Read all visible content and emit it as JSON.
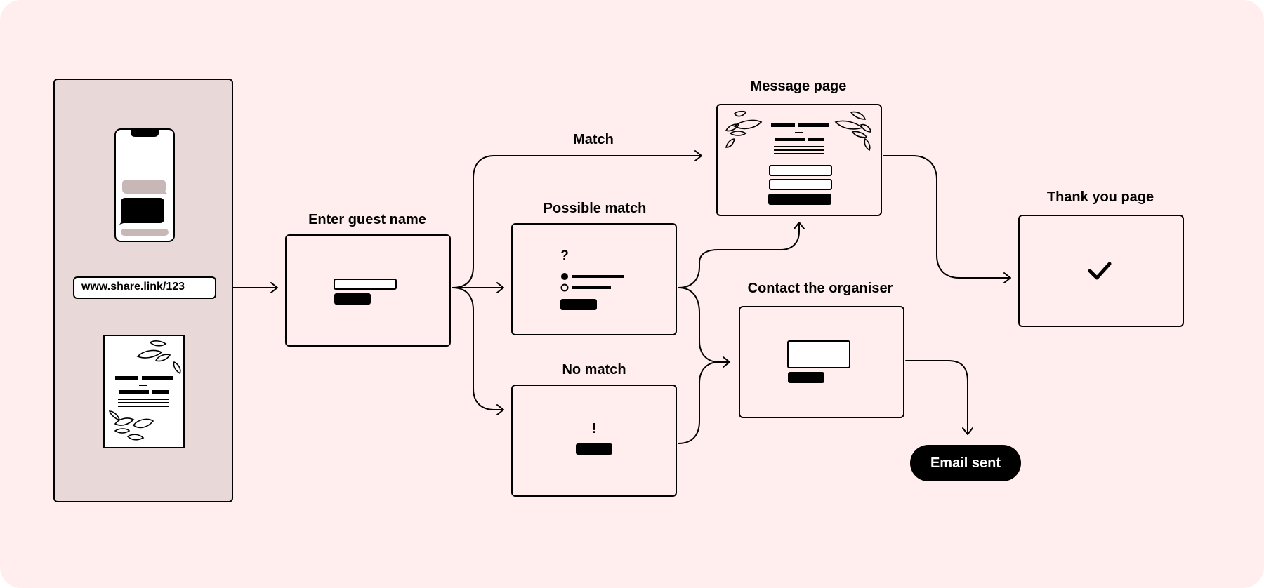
{
  "source": {
    "url": "www.share.link/123"
  },
  "steps": {
    "enter_guest_name": "Enter guest name",
    "possible_match": "Possible match",
    "no_match": "No match",
    "message_page": "Message page",
    "contact_organiser": "Contact the organiser",
    "thank_you_page": "Thank you page",
    "email_sent": "Email sent"
  },
  "edges": {
    "match": "Match"
  },
  "glyphs": {
    "question": "?",
    "exclamation": "!"
  },
  "colors": {
    "background": "#ffeeed",
    "panel": "#e8d8d8",
    "ink": "#000000",
    "bubble_grey": "#c7b7b7"
  },
  "icons": [
    "phone-icon",
    "invitation-card-icon",
    "checkmark-icon",
    "leaf-icon",
    "arrow-icon"
  ]
}
